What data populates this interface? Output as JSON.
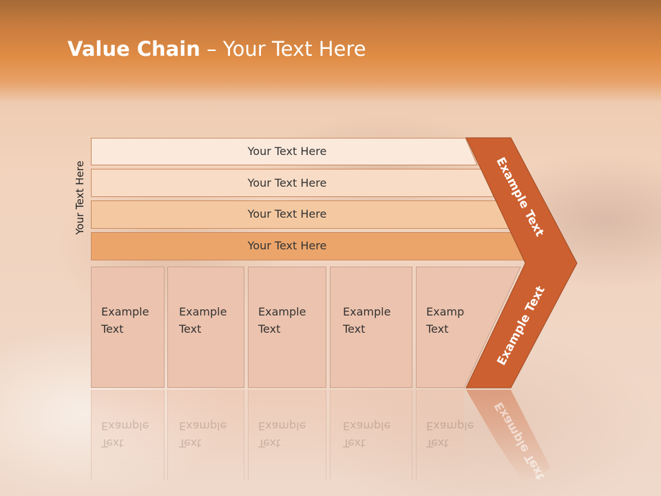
{
  "title": {
    "bold": "Value Chain",
    "rest": " – Your Text Here"
  },
  "side_label": "Your Text Here",
  "strips": [
    {
      "label": "Your Text Here",
      "color": "#fbe9dc"
    },
    {
      "label": "Your Text Here",
      "color": "#f8dcc6"
    },
    {
      "label": "Your Text Here",
      "color": "#f4c9a2"
    },
    {
      "label": "Your Text Here",
      "color": "#eba56b"
    }
  ],
  "boxes": [
    {
      "line1": "Example",
      "line2": "Text"
    },
    {
      "line1": "Example",
      "line2": "Text"
    },
    {
      "line1": "Example",
      "line2": "Text"
    },
    {
      "line1": "Example",
      "line2": "Text"
    },
    {
      "line1": "Example",
      "line2": "Text"
    }
  ],
  "chevron": {
    "top_label": "Example Text",
    "bottom_label": "Example Text",
    "color": "#cc6030"
  }
}
